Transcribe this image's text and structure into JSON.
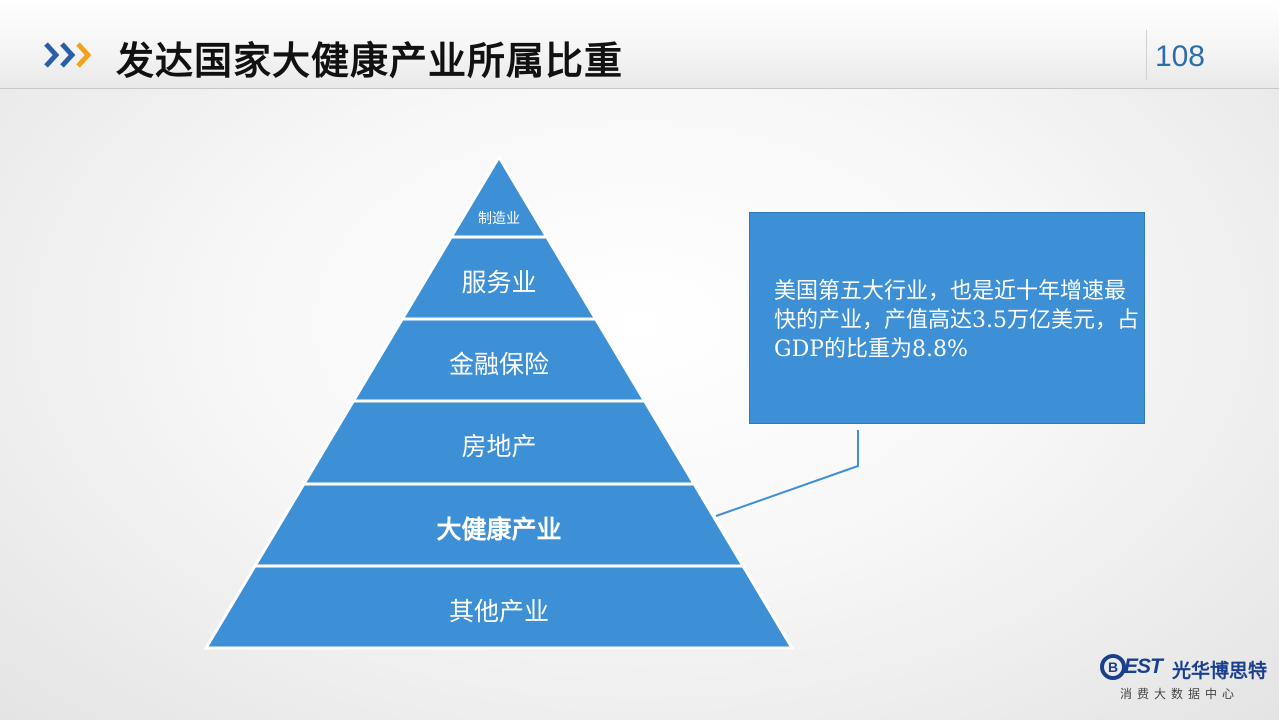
{
  "header": {
    "title": "发达国家大健康产业所属比重",
    "page_number": "108"
  },
  "pyramid": {
    "tiers": [
      {
        "label": "制造业",
        "bold": false
      },
      {
        "label": "服务业",
        "bold": false
      },
      {
        "label": "金融保险",
        "bold": false
      },
      {
        "label": "房地产",
        "bold": false
      },
      {
        "label": "大健康产业",
        "bold": true
      },
      {
        "label": "其他产业",
        "bold": false
      }
    ],
    "fill_color": "#3d8fd6",
    "separator_color": "#ffffff"
  },
  "callout": {
    "text": "美国第五大行业，也是近十年增速最快的产业，产值高达3.5万亿美元，占GDP的比重为8.8%",
    "fill_color": "#3d8fd6"
  },
  "logo": {
    "mark": "B",
    "brand": "EST",
    "brand_cn": "光华博思特",
    "subtitle": "消费大数据中心"
  }
}
